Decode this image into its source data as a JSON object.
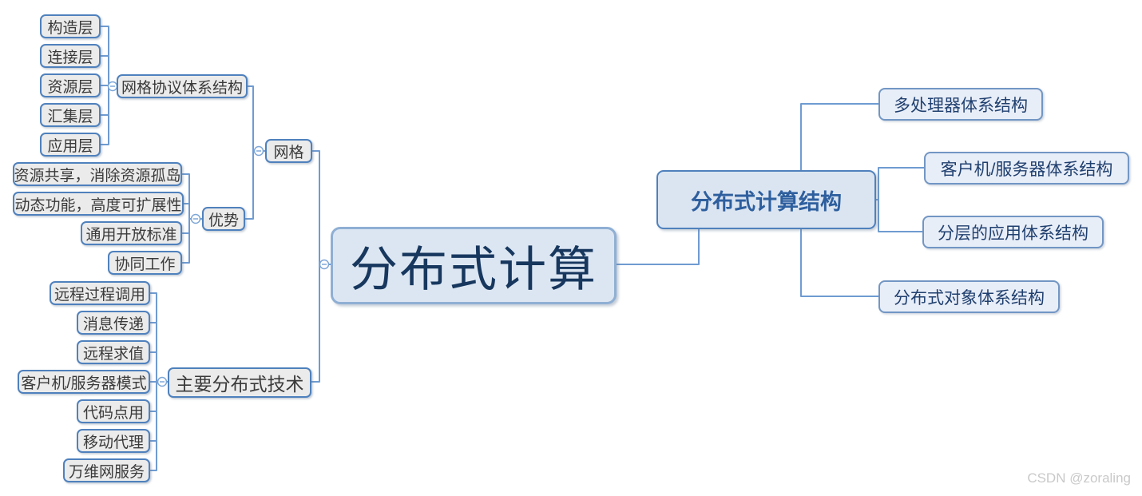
{
  "map": {
    "root": "分布式计算",
    "left": {
      "grid": {
        "label": "网格",
        "protocol": {
          "label": "网格协议体系结构",
          "children": [
            "构造层",
            "连接层",
            "资源层",
            "汇集层",
            "应用层"
          ]
        },
        "advantages": {
          "label": "优势",
          "children": [
            "资源共享，消除资源孤岛",
            "动态功能，高度可扩展性",
            "通用开放标准",
            "协同工作"
          ]
        }
      },
      "technologies": {
        "label": "主要分布式技术",
        "children": [
          "远程过程调用",
          "消息传递",
          "远程求值",
          "客户机/服务器模式",
          "代码点用",
          "移动代理",
          "万维网服务"
        ]
      }
    },
    "right": {
      "structures": {
        "label": "分布式计算结构",
        "children": [
          "多处理器体系结构",
          "客户机/服务器体系结构",
          "分层的应用体系结构",
          "分布式对象体系结构"
        ]
      }
    }
  },
  "watermark": "CSDN @zoraling",
  "colors": {
    "node_border": "#4f81bd",
    "connector": "#6f9bd1",
    "gray_fill": "#ebebeb",
    "root_fill": "#dce6f2",
    "root_text": "#17375e",
    "topic_fill": "#dbe5f1",
    "topic_text": "#2e5f9e",
    "right_fill": "#e8eef8",
    "right_text": "#1f3f6e"
  }
}
